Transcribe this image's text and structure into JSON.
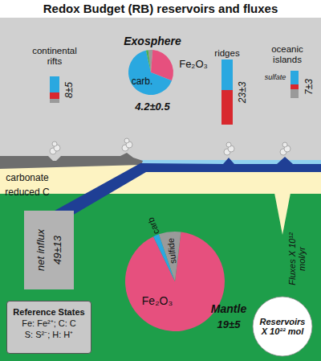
{
  "diagram": {
    "title": "Redox Budget (RB) reservoirs and fluxes",
    "nodes": [
      {
        "text": [
          "Exosphere",
          "carb.",
          "Fe₂O₃",
          "4.2±0.5"
        ]
      },
      {
        "text": [
          "continental rifts",
          "8±5"
        ]
      },
      {
        "text": [
          "ridges",
          "23±3"
        ]
      },
      {
        "text": [
          "oceanic islands",
          "sulfate",
          "7±3"
        ]
      },
      {
        "text": [
          "carbonate",
          "reduced C"
        ]
      },
      {
        "text": [
          "net influx",
          "49±13"
        ]
      },
      {
        "text": [
          "carb",
          "sulfide",
          "Fe₂O₃",
          "Mantle",
          "19±5"
        ]
      },
      {
        "text": [
          "Reference States",
          "Fe: Fe²⁺; C: C",
          "S: S²⁻; H: H⁺"
        ]
      },
      {
        "text": [
          "Reservoirs X 10²² mol"
        ]
      }
    ],
    "labels": [
      "Fluxes X 10¹² mol/yr"
    ]
  }
}
